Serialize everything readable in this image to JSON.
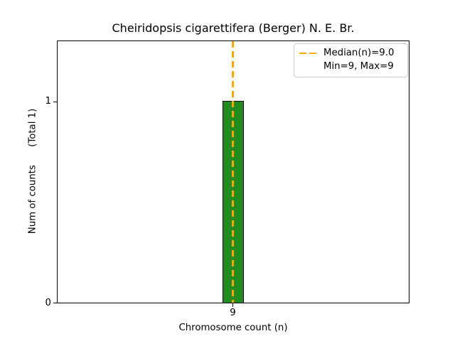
{
  "chart_data": {
    "type": "bar",
    "title": "Cheiridopsis cigarettifera (Berger) N. E. Br.",
    "xlabel": "Chromosome count (n)",
    "ylabel": "Num of counts      (Total 1)",
    "categories": [
      "9"
    ],
    "values": [
      1
    ],
    "total_counts": 1,
    "xticks": [
      "9"
    ],
    "yticks": [
      "0",
      "1"
    ],
    "ylim": [
      0,
      1.3
    ],
    "grid": false,
    "bar_color": "#228B22",
    "bar_edge_color": "#000000",
    "median_line": {
      "x": 9,
      "color": "#FFA500",
      "linestyle": "dashed",
      "orientation": "vertical"
    },
    "stats": {
      "median": 9.0,
      "min": 9,
      "max": 9
    },
    "legend": {
      "position": "upper right",
      "entries": [
        {
          "label": "Median(n)=9.0",
          "handle": "orange-dashed-line"
        },
        {
          "label": "Min=9, Max=9",
          "handle": "none"
        }
      ]
    }
  }
}
